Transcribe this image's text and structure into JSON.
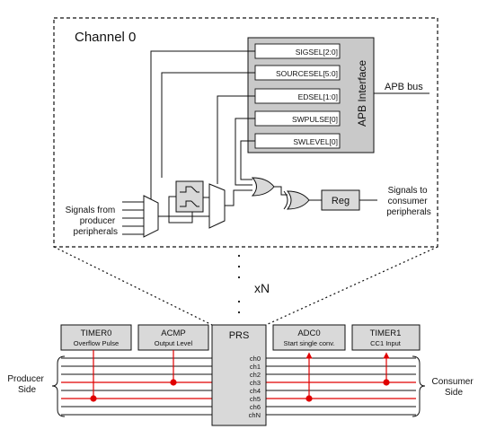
{
  "channel": {
    "title": "Channel 0",
    "apb_interface_label": "APB Interface",
    "apb_bus_label": "APB bus",
    "registers": [
      "SIGSEL[2:0]",
      "SOURCESEL[5:0]",
      "EDSEL[1:0]",
      "SWPULSE[0]",
      "SWLEVEL[0]"
    ],
    "reg_label": "Reg",
    "producer_signals_label": [
      "Signals from",
      "producer",
      "peripherals"
    ],
    "consumer_signals_label": [
      "Signals to",
      "consumer",
      "peripherals"
    ]
  },
  "ellipsis_label": "xN",
  "bus": {
    "prs_label": "PRS",
    "channels": [
      "ch0",
      "ch1",
      "ch2",
      "ch3",
      "ch4",
      "ch5",
      "ch6",
      "chN"
    ],
    "producer_side_label": [
      "Producer",
      "Side"
    ],
    "consumer_side_label": [
      "Consumer",
      "Side"
    ],
    "producers": [
      {
        "name": "TIMER0",
        "sub": "Overflow Pulse",
        "channel": "ch5"
      },
      {
        "name": "ACMP",
        "sub": "Output Level",
        "channel": "ch3"
      }
    ],
    "consumers": [
      {
        "name": "ADC0",
        "sub": "Start single conv.",
        "channel": "ch5"
      },
      {
        "name": "TIMER1",
        "sub": "CC1 Input",
        "channel": "ch3"
      }
    ]
  },
  "colors": {
    "box_fill": "#d9d9d9",
    "highlight": "#e00000",
    "line": "#111111"
  }
}
